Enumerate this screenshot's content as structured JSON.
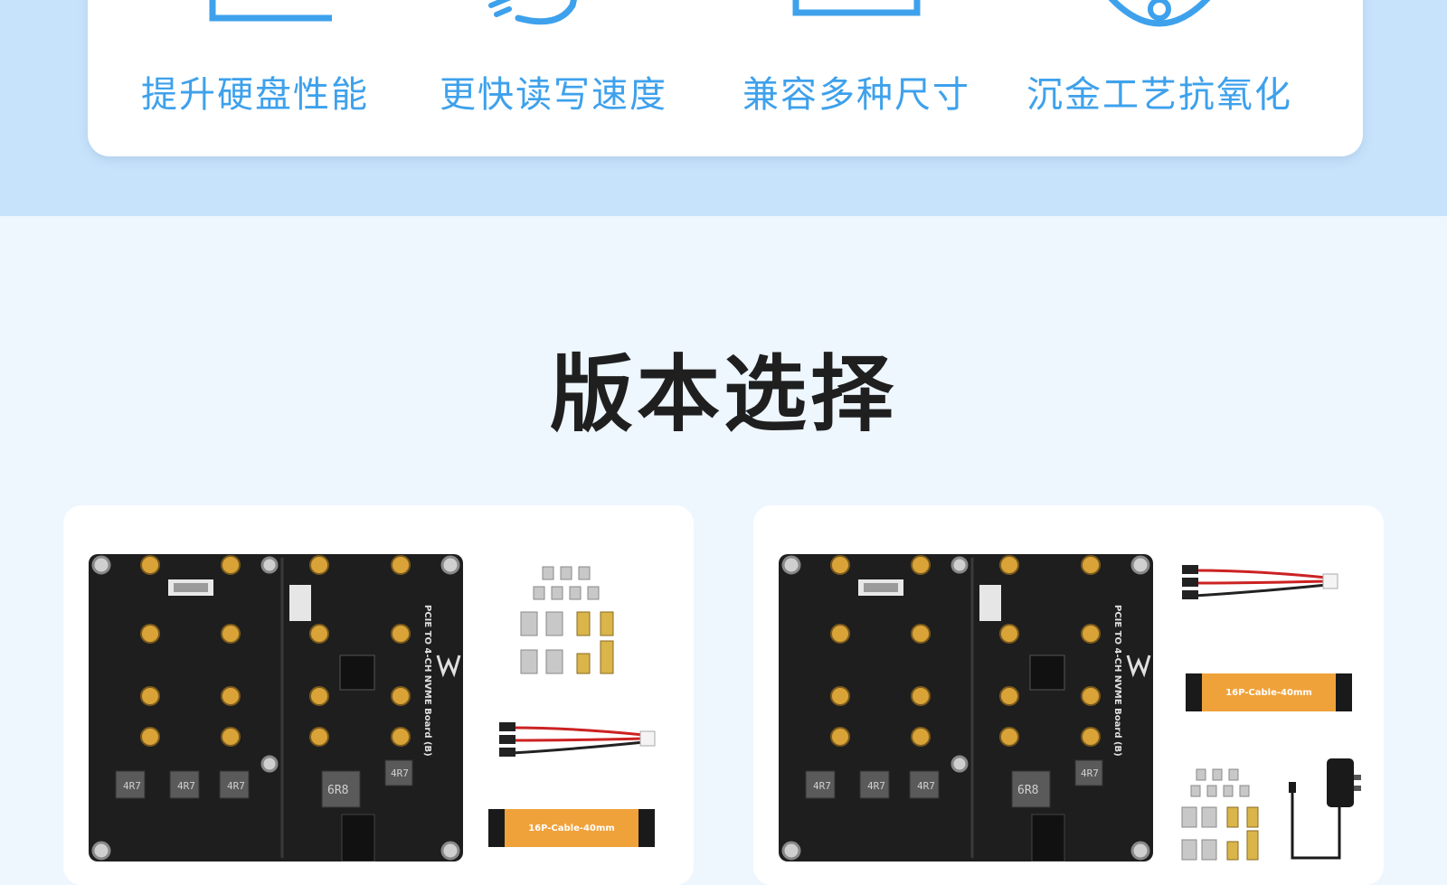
{
  "features": [
    {
      "label": "提升硬盘性能",
      "icon": "drive-icon"
    },
    {
      "label": "更快读写速度",
      "icon": "speed-icon"
    },
    {
      "label": "兼容多种尺寸",
      "icon": "size-icon"
    },
    {
      "label": "沉金工艺抗氧化",
      "icon": "gold-plating-icon"
    }
  ],
  "section": {
    "title": "版本选择"
  },
  "versions": [
    {
      "board_text": "PCIE TO 4-CH NVME Board (B)",
      "inductor_label": "4R7",
      "big_inductor_label": "6R8",
      "cable_label": "16P-Cable-40mm"
    },
    {
      "board_text": "PCIE TO 4-CH NVME Board (B)",
      "inductor_label": "4R7",
      "big_inductor_label": "6R8",
      "cable_label": "16P-Cable-40mm"
    }
  ],
  "colors": {
    "accent": "#3ea1ec",
    "band": "#c7e2fb",
    "page_bg": "#eef6fe",
    "pcb": "#1e1e1e",
    "gold": "#d9a338",
    "ffc": "#f0a23a"
  }
}
